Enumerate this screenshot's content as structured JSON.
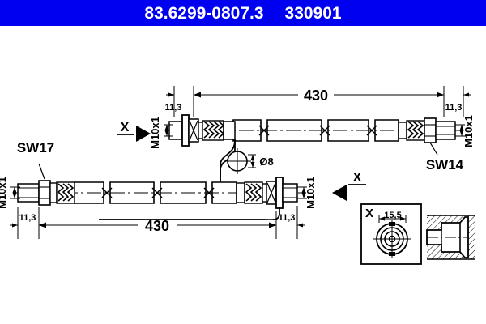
{
  "header": {
    "part_number": "83.6299-0807.3",
    "drawing_number": "330901",
    "background_color": "#0000f0",
    "text_color": "#ffffff"
  },
  "drawing": {
    "title": "Brake hose technical drawing",
    "line_color": "#000000",
    "background_color": "#ffffff",
    "upper_hose": {
      "length_label": "430",
      "left_end_thread": "M10x1",
      "left_end_offset": "11,3",
      "right_end_thread": "M10x1",
      "right_end_offset": "11,3",
      "right_wrench_size": "SW14",
      "section_marker": "X"
    },
    "lower_hose": {
      "length_label": "430",
      "left_end_thread": "M10x1",
      "left_end_offset": "11,3",
      "left_wrench_size": "SW17",
      "right_end_thread": "M10x1",
      "right_end_offset": "11,3",
      "section_marker": "X"
    },
    "bracket_detail": {
      "hole_diameter": "Ø8"
    },
    "detail_view_x": {
      "label": "X",
      "width_dimension": "15,5"
    }
  }
}
